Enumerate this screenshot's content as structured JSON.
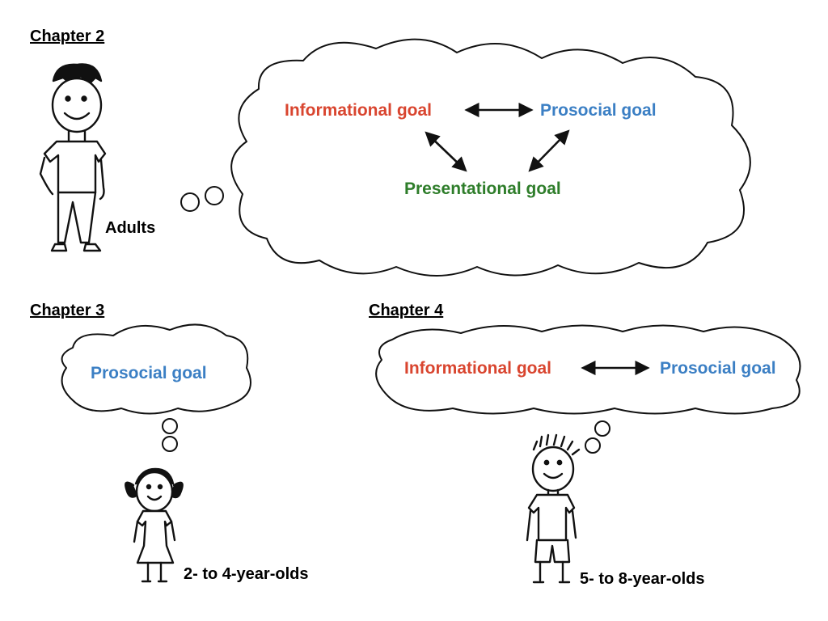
{
  "chapters": {
    "ch2": {
      "heading": "Chapter 2",
      "audience": "Adults",
      "goals": {
        "informational": "Informational goal",
        "prosocial": "Prosocial goal",
        "presentational": "Presentational goal"
      }
    },
    "ch3": {
      "heading": "Chapter 3",
      "audience": "2- to 4-year-olds",
      "goals": {
        "prosocial": "Prosocial goal"
      }
    },
    "ch4": {
      "heading": "Chapter 4",
      "audience": "5- to 8-year-olds",
      "goals": {
        "informational": "Informational goal",
        "prosocial": "Prosocial goal"
      }
    }
  },
  "colors": {
    "informational": "#d9452f",
    "prosocial": "#3b7fc4",
    "presentational": "#2e7d2a",
    "ink": "#111111"
  },
  "icons": [
    "stick-figure-adult",
    "stick-figure-girl",
    "stick-figure-boy",
    "thought-cloud",
    "thought-bubble",
    "double-arrow"
  ]
}
